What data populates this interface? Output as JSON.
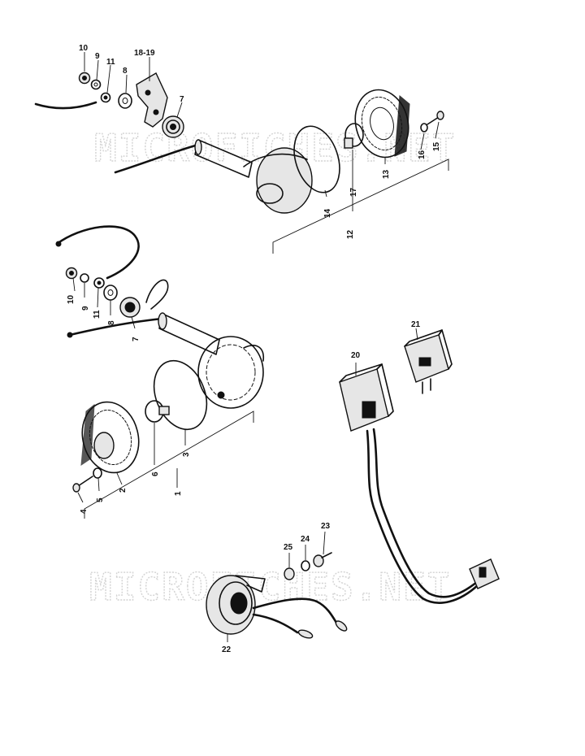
{
  "watermark": {
    "top": "MICROFICHES.NET",
    "bottom": "MICROFICHES.NET"
  },
  "callouts": {
    "top": [
      "10",
      "9",
      "11",
      "8",
      "18-19",
      "7",
      "14",
      "12",
      "17",
      "13",
      "16",
      "15"
    ],
    "middle": [
      "10",
      "9",
      "11",
      "8",
      "7",
      "6",
      "3",
      "2",
      "5",
      "4",
      "1"
    ],
    "right": [
      "20",
      "21"
    ],
    "bottom": [
      "25",
      "24",
      "23",
      "22"
    ]
  }
}
